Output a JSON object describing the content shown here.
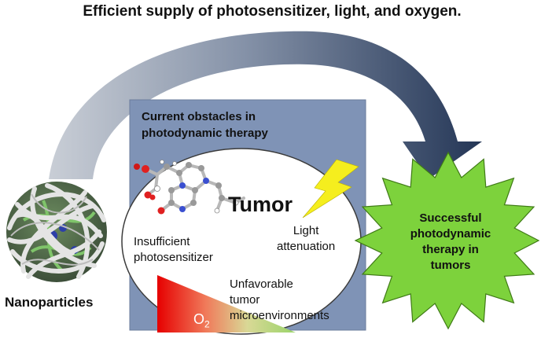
{
  "title": "Efficient supply of photosensitizer, light, and oxygen.",
  "obstacles": {
    "heading_line1": "Current obstacles in",
    "heading_line2": "photodynamic therapy"
  },
  "tumor_label": "Tumor",
  "light": {
    "line1": "Light",
    "line2": "attenuation"
  },
  "insufficient": {
    "line1": "Insufficient",
    "line2": "photosensitizer"
  },
  "unfavorable": {
    "line1": "Unfavorable",
    "line2": "tumor",
    "line3": "microenvironments"
  },
  "oxygen": {
    "symbol": "O",
    "subscript": "2"
  },
  "nanoparticles_label": "Nanoparticles",
  "success": {
    "line1": "Successful",
    "line2": "photodynamic",
    "line3": "therapy in",
    "line4": "tumors"
  },
  "colors": {
    "arrow_start": "#c9ced6",
    "arrow_end": "#243656",
    "panel": "#7f93b6",
    "starburst": "#7dd23c",
    "bolt": "#f5ee1e",
    "gradient_red": "#e60000",
    "gradient_green": "#9ad46a"
  },
  "icons": [
    "curved-arrow-icon",
    "nanoparticle-ball-icon",
    "molecule-icon",
    "lightning-bolt-icon",
    "starburst-icon"
  ]
}
